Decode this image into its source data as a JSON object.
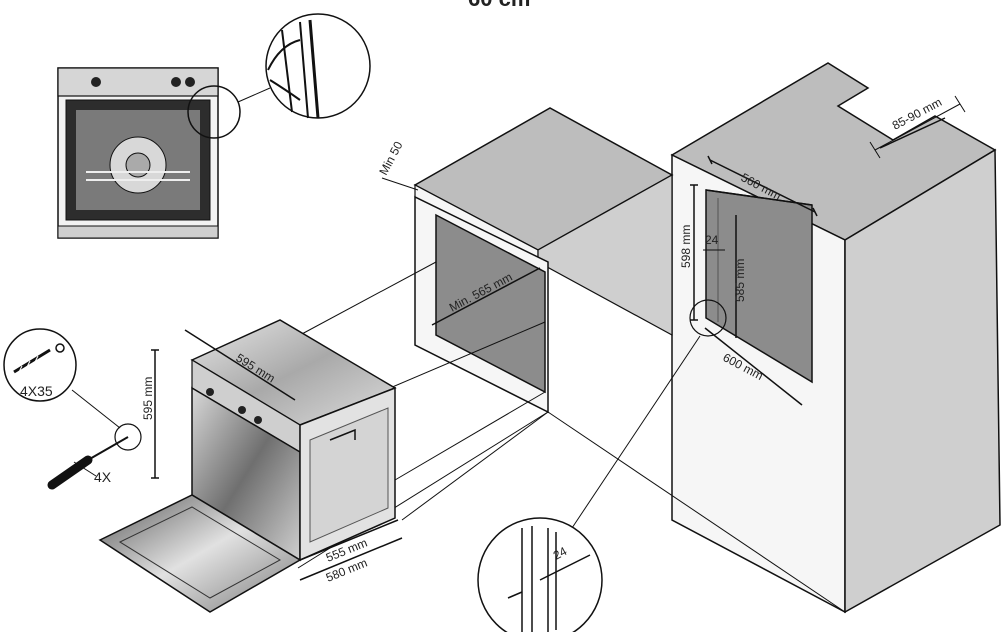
{
  "title": "60 cm",
  "colors": {
    "niche_wall": "#8d8d8d",
    "cabinet_side": "#d0d0d0",
    "cabinet_face": "#f7f7f7",
    "outline": "#111111",
    "oven_dark": "#3a3a3a",
    "steel": "#b8b8b8"
  },
  "labels": {
    "min_50": "Min 50",
    "min_565": "Min. 565 mm",
    "w_560": "560 mm",
    "h_598": "598 mm",
    "gap_24": "24",
    "h_585": "585 mm",
    "w_600": "600 mm",
    "vent_85_90": "85-90 mm",
    "oven_595_w": "595 mm",
    "oven_595_h": "595 mm",
    "oven_555": "555 mm",
    "oven_580": "580 mm",
    "screw_size": "4X35",
    "screw_qty": "4X",
    "detail_24": "24"
  },
  "icons": [
    "screw-icon",
    "screwdriver-icon"
  ]
}
